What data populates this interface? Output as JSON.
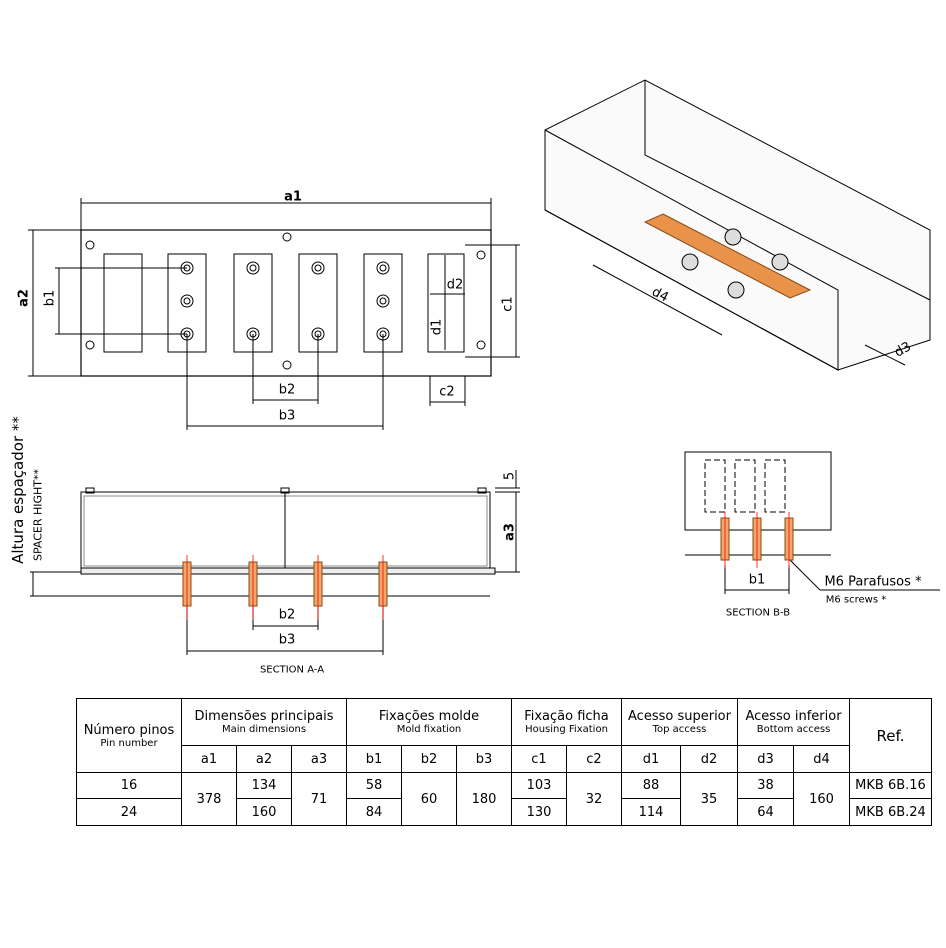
{
  "drawing": {
    "top_view": {
      "a1": "a1",
      "a2": "a2",
      "b1": "b1",
      "b2": "b2",
      "b3": "b3",
      "c1": "c1",
      "c2": "c2",
      "d1": "d1",
      "d2": "d2"
    },
    "section_aa": {
      "title": "SECTION A-A",
      "b2": "b2",
      "b3": "b3",
      "a3": "a3",
      "five": "5",
      "spacer_pt": "Altura espaçador **",
      "spacer_en": "SPACER HIGHT**"
    },
    "section_bb": {
      "title": "SECTION B-B",
      "b1": "b1",
      "screws_pt": "M6 Parafusos *",
      "screws_en": "M6 screws *"
    },
    "iso_view": {
      "d3": "d3",
      "d4": "d4"
    },
    "colors": {
      "line": "#000000",
      "plate": "#e8924a",
      "screw": "#f0a868",
      "axis": "#ff0000"
    }
  },
  "table": {
    "groups": [
      {
        "pt": "Número pinos",
        "en": "Pin number"
      },
      {
        "pt": "Dimensões principais",
        "en": "Main dimensions"
      },
      {
        "pt": "Fixações molde",
        "en": "Mold fixation"
      },
      {
        "pt": "Fixação ficha",
        "en": "Housing Fixation"
      },
      {
        "pt": "Acesso superior",
        "en": "Top access"
      },
      {
        "pt": "Acesso inferior",
        "en": "Bottom access"
      },
      {
        "pt": "Ref.",
        "en": ""
      }
    ],
    "columns": [
      "a1",
      "a2",
      "a3",
      "b1",
      "b2",
      "b3",
      "c1",
      "c2",
      "d1",
      "d2",
      "d3",
      "d4"
    ],
    "rows": [
      {
        "pins": "16",
        "a2": "134",
        "b1": "58",
        "c1": "103",
        "d1": "88",
        "d3": "38",
        "ref": "MKB 6B.16"
      },
      {
        "pins": "24",
        "a2": "160",
        "b1": "84",
        "c1": "130",
        "d1": "114",
        "d3": "64",
        "ref": "MKB 6B.24"
      }
    ],
    "shared": {
      "a1": "378",
      "a3": "71",
      "b2": "60",
      "b3": "180",
      "c2": "32",
      "d2": "35",
      "d4": "160"
    }
  }
}
